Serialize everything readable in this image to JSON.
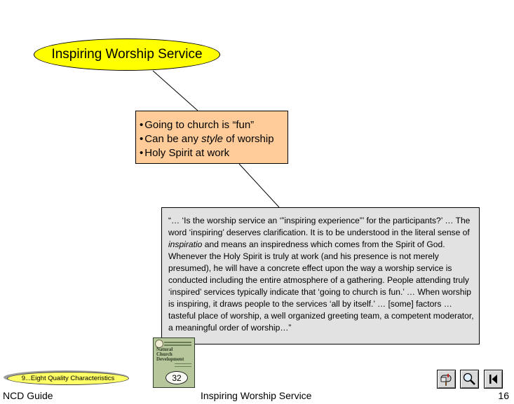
{
  "title_oval": {
    "label": "Inspiring Worship Service"
  },
  "bullets": {
    "items": [
      {
        "before": "Going to church is “fun”",
        "emph": "",
        "after": ""
      },
      {
        "before": "Can be any ",
        "emph": "style",
        "after": " of worship"
      },
      {
        "before": "Holy Spirit at work",
        "emph": "",
        "after": ""
      }
    ]
  },
  "quote": {
    "part1": "“… ‘Is the worship service an ‘”inspiring experience”’ for the participants?’ … The word ‘inspiring’ deserves clarification.  It is to be understood in the literal sense of ",
    "emph": "inspiratio",
    "part2": " and means an inspiredness which comes from the Spirit of God.  Whenever the Holy Spirit is truly at work (and his presence is not merely presumed), he will have a concrete effect upon the way a worship service is conducted including the entire atmosphere of a gathering.  People attending truly ‘inspired’ services typically indicate that ‘going to church is fun.’ … When worship is inspiring, it draws people to the services ‘all by itself.’ … [some] factors … tasteful place of worship, a well organized greeting team, a competent moderator, a meaningful order of worship…”"
  },
  "book": {
    "title": "Natural Church Development",
    "page_number": "32"
  },
  "nav": {
    "back_label": "9...Eight Quality Characteristics"
  },
  "toolbar": {
    "icons": [
      "mailbox-icon",
      "magnifier-icon",
      "skip-to-start-icon"
    ]
  },
  "footer": {
    "left": "NCD Guide",
    "center": "Inspiring Worship Service",
    "right": "16"
  },
  "colors": {
    "title_fill": "#ffff00",
    "bullet_fill": "#ffcc99",
    "quote_fill": "#e2e2e2",
    "nav_fill": "#ffff66"
  }
}
